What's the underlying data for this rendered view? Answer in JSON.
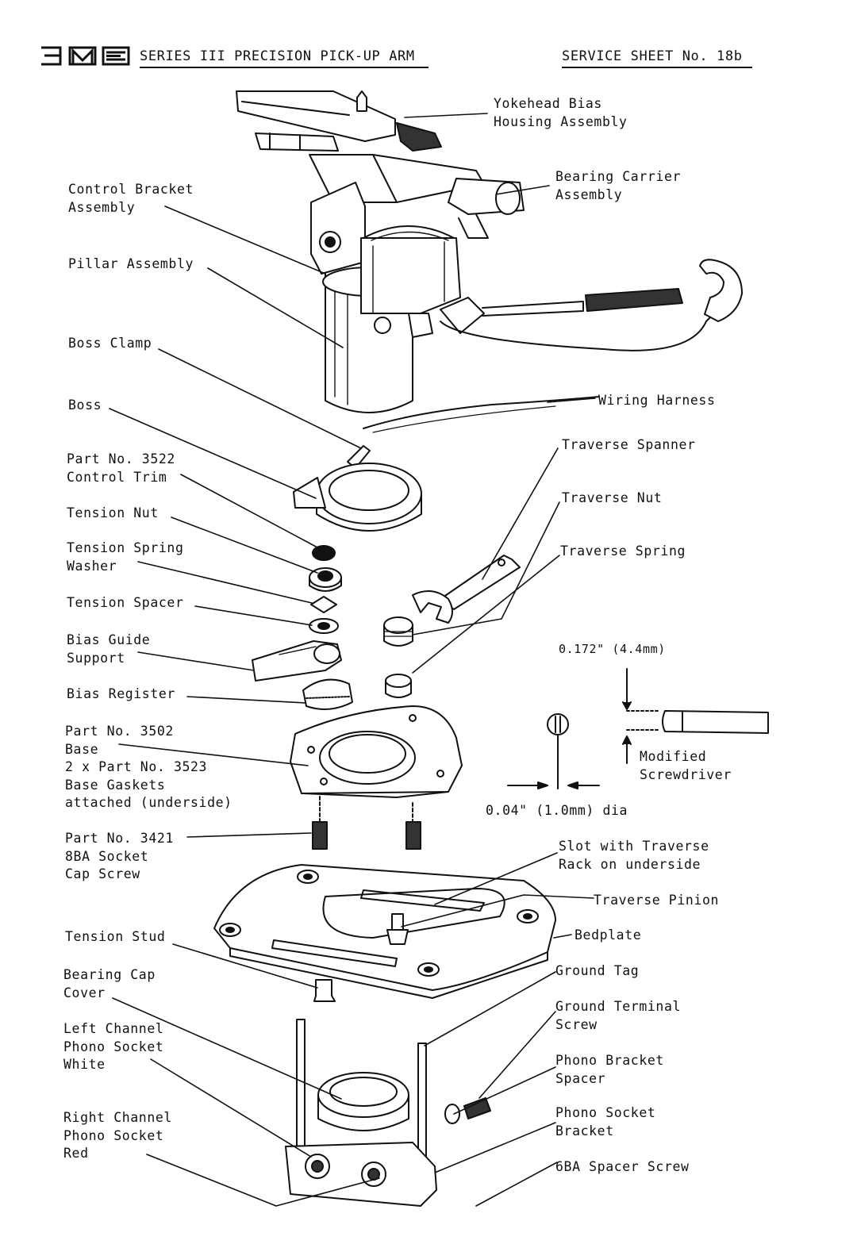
{
  "header": {
    "logo_text": "SME",
    "title": "SERIES III PRECISION PICK-UP ARM",
    "sheet": "SERVICE SHEET No. 18b"
  },
  "labels": {
    "yokehead": "Yokehead Bias\nHousing Assembly",
    "bearing_carrier": "Bearing Carrier\nAssembly",
    "control_bracket": "Control Bracket\nAssembly",
    "pillar": "Pillar Assembly",
    "boss_clamp": "Boss Clamp",
    "wiring_harness": "Wiring Harness",
    "boss": "Boss",
    "traverse_spanner": "Traverse Spanner",
    "control_trim": "Part No. 3522\nControl Trim",
    "traverse_nut": "Traverse Nut",
    "tension_nut": "Tension Nut",
    "traverse_spring": "Traverse Spring",
    "tension_spring_washer": "Tension Spring\nWasher",
    "tension_spacer": "Tension Spacer",
    "bias_guide_support": "Bias Guide\nSupport",
    "screwdriver_dim": "0.172\" (4.4mm)",
    "bias_register": "Bias Register",
    "base": "Part No. 3502\nBase\n2 x Part No. 3523\nBase Gaskets\nattached (underside)",
    "modified_screwdriver": "Modified\nScrewdriver",
    "dia_dim": "0.04\" (1.0mm) dia",
    "cap_screw": "Part No. 3421\n8BA Socket\nCap Screw",
    "slot_traverse": "Slot with Traverse\nRack on underside",
    "traverse_pinion": "Traverse Pinion",
    "tension_stud": "Tension Stud",
    "bedplate": "Bedplate",
    "bearing_cap_cover": "Bearing Cap\nCover",
    "ground_tag": "Ground Tag",
    "ground_terminal_screw": "Ground Terminal\nScrew",
    "left_channel": "Left Channel\nPhono Socket\nWhite",
    "phono_bracket_spacer": "Phono Bracket\nSpacer",
    "phono_socket_bracket": "Phono Socket\nBracket",
    "right_channel": "Right Channel\nPhono Socket\nRed",
    "spacer_screw": "6BA Spacer Screw"
  }
}
